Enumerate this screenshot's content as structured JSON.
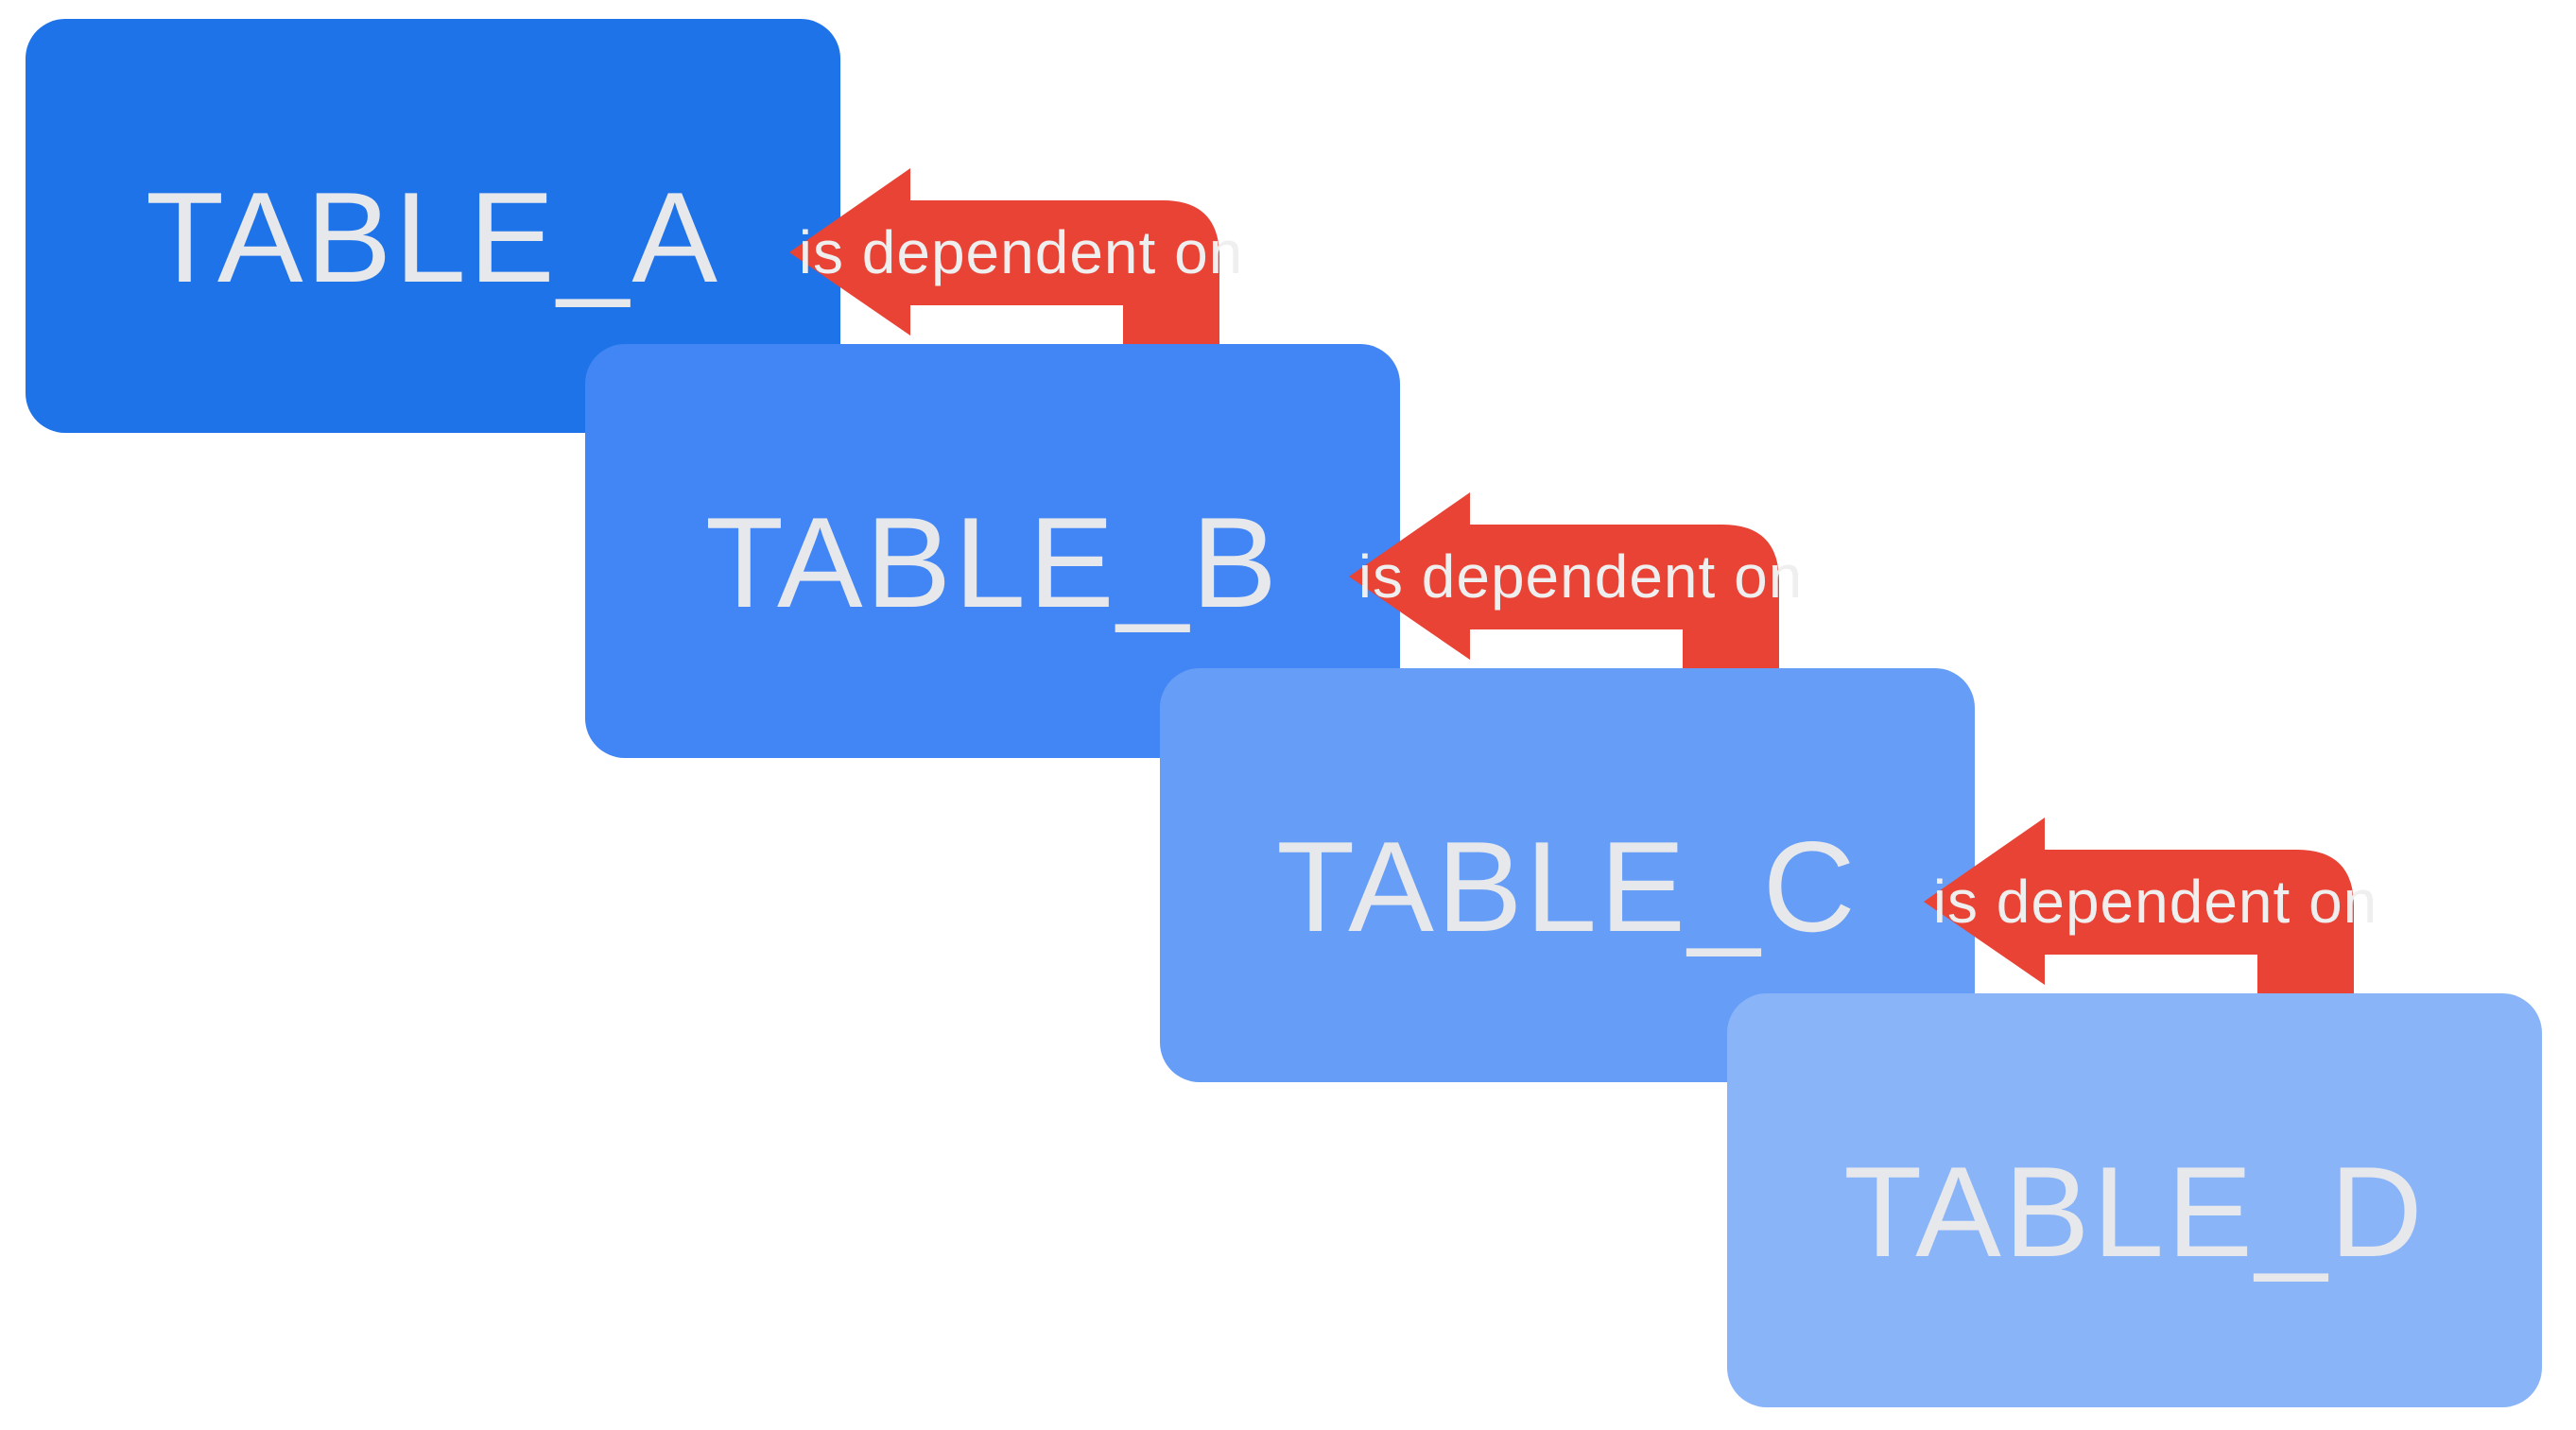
{
  "diagram": {
    "background": "#ffffff",
    "tables": [
      {
        "label": "TABLE_A",
        "color": "#1E73E8",
        "text_color": "#E6E8EB"
      },
      {
        "label": "TABLE_B",
        "color": "#4285F4",
        "text_color": "#E6E8EB"
      },
      {
        "label": "TABLE_C",
        "color": "#669DF6",
        "text_color": "#E6E8EB"
      },
      {
        "label": "TABLE_D",
        "color": "#8AB4F8",
        "text_color": "#E6E8EB"
      }
    ],
    "arrows": [
      {
        "label": "is dependent on",
        "from": "TABLE_B",
        "to": "TABLE_A",
        "color": "#E94335",
        "text_color": "#EFEFEF"
      },
      {
        "label": "is dependent on",
        "from": "TABLE_C",
        "to": "TABLE_B",
        "color": "#E94335",
        "text_color": "#EFEFEF"
      },
      {
        "label": "is dependent on",
        "from": "TABLE_D",
        "to": "TABLE_C",
        "color": "#E94335",
        "text_color": "#EFEFEF"
      }
    ]
  }
}
